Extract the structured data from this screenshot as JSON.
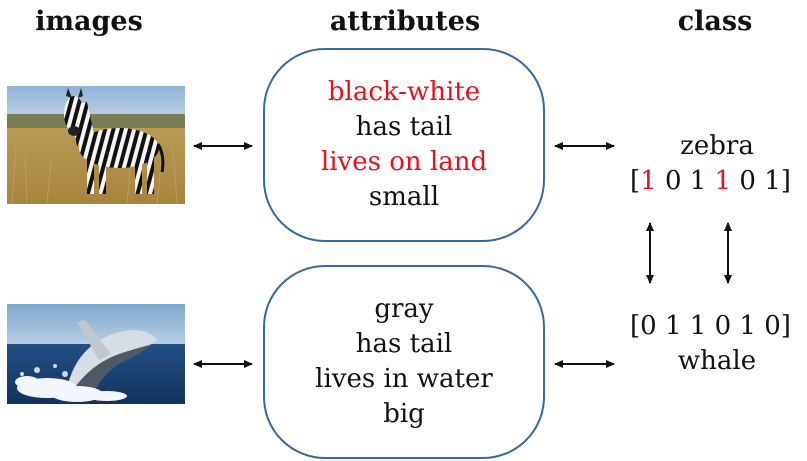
{
  "headers": {
    "images": "images",
    "attributes": "attributes",
    "class": "class"
  },
  "rows": [
    {
      "animal_picture": "zebra-photo",
      "attributes": [
        {
          "text": "black-white",
          "highlight": true
        },
        {
          "text": "has tail",
          "highlight": false
        },
        {
          "text": "lives on land",
          "highlight": true
        },
        {
          "text": "small",
          "highlight": false
        }
      ],
      "class_name": "zebra",
      "vector": [
        {
          "v": "1",
          "highlight": true
        },
        {
          "v": "0",
          "highlight": false
        },
        {
          "v": "1",
          "highlight": false
        },
        {
          "v": "1",
          "highlight": true
        },
        {
          "v": "0",
          "highlight": false
        },
        {
          "v": "1",
          "highlight": false
        }
      ]
    },
    {
      "animal_picture": "whale-photo",
      "attributes": [
        {
          "text": "gray",
          "highlight": false
        },
        {
          "text": "has tail",
          "highlight": false
        },
        {
          "text": "lives in water",
          "highlight": false
        },
        {
          "text": "big",
          "highlight": false
        }
      ],
      "class_name": "whale",
      "vector": [
        {
          "v": "0",
          "highlight": false
        },
        {
          "v": "1",
          "highlight": false
        },
        {
          "v": "1",
          "highlight": false
        },
        {
          "v": "0",
          "highlight": false
        },
        {
          "v": "1",
          "highlight": false
        },
        {
          "v": "0",
          "highlight": false
        }
      ]
    }
  ],
  "colors": {
    "box_border": "#3a6a9a",
    "highlight": "#e8101a"
  }
}
